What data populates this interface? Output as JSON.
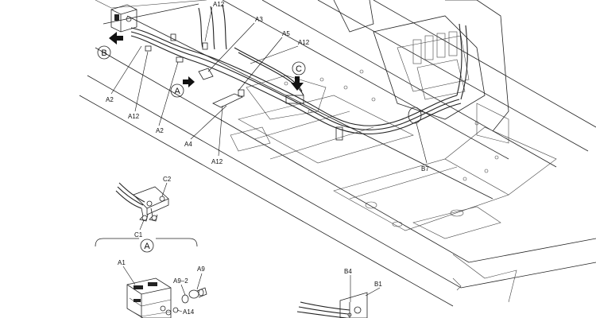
{
  "labels": {
    "a12_top": "A12",
    "a3": "A3",
    "a5": "A5",
    "a12_right": "A12",
    "a2_left": "A2",
    "a12_left": "A12",
    "a2_mid": "A2",
    "a4": "A4",
    "a12_bottom": "A12",
    "b7": "B7",
    "c2": "C2",
    "c1": "C1",
    "a1": "A1",
    "a9_2": "A9–2",
    "a9": "A9",
    "a14": "A14",
    "b4": "B4",
    "b1": "B1"
  },
  "callouts": {
    "b": "B",
    "a": "A",
    "c": "C",
    "detail_a": "A"
  }
}
